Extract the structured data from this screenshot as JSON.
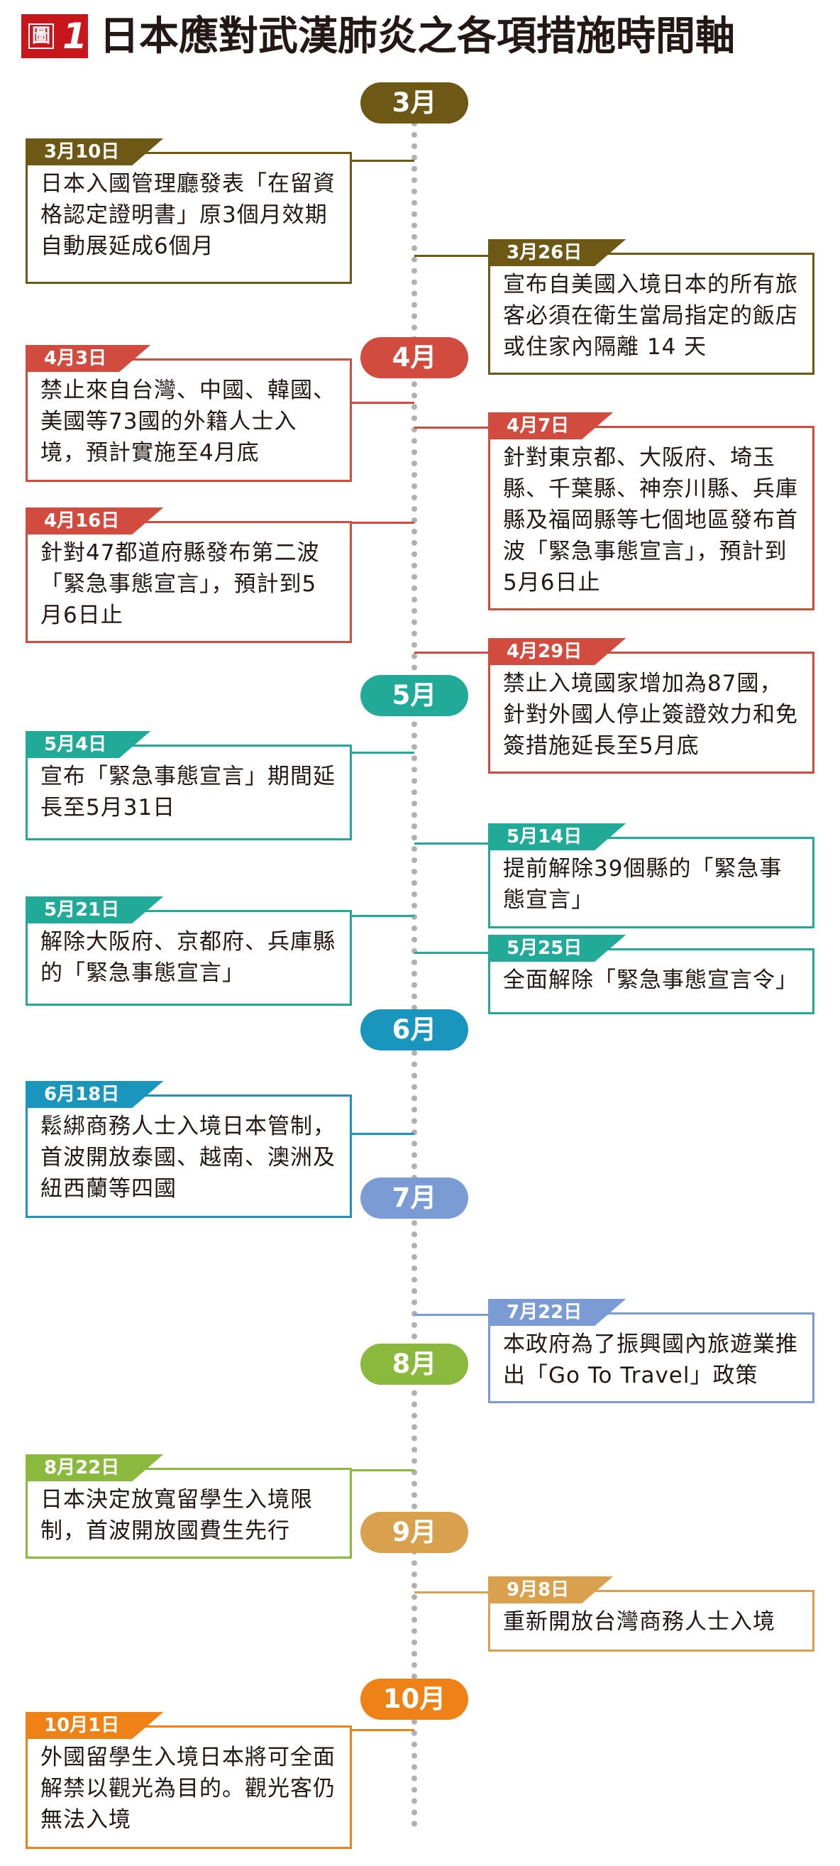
{
  "header": {
    "fig_label": "圖",
    "fig_number": "1",
    "title": "日本應對武漢肺炎之各項措施時間軸"
  },
  "months": [
    {
      "label": "3月",
      "color": "#6e5816"
    },
    {
      "label": "4月",
      "color": "#d24b3f"
    },
    {
      "label": "5月",
      "color": "#22aa98"
    },
    {
      "label": "6月",
      "color": "#1a96bd"
    },
    {
      "label": "7月",
      "color": "#7a9bd3"
    },
    {
      "label": "8月",
      "color": "#8ab93e"
    },
    {
      "label": "9月",
      "color": "#d9a04e"
    },
    {
      "label": "10月",
      "color": "#ee8217"
    }
  ],
  "events": [
    {
      "date": "3月10日",
      "color": "#6e5816",
      "text": "日本入國管理廳發表「在留資格認定證明書」原3個月效期自動展延成6個月"
    },
    {
      "date": "3月26日",
      "color": "#6e5816",
      "text": "宣布自美國入境日本的所有旅客必須在衛生當局指定的飯店或住家內隔離 14 天"
    },
    {
      "date": "4月3日",
      "color": "#d24b3f",
      "text": "禁止來自台灣、中國、韓國、美國等73國的外籍人士入境，預計實施至4月底"
    },
    {
      "date": "4月7日",
      "color": "#d24b3f",
      "text": "針對東京都、大阪府、埼玉縣、千葉縣、神奈川縣、兵庫縣及福岡縣等七個地區發布首波「緊急事態宣言」，預計到5月6日止"
    },
    {
      "date": "4月16日",
      "color": "#d24b3f",
      "text": "針對47都道府縣發布第二波「緊急事態宣言」，預計到5月6日止"
    },
    {
      "date": "4月29日",
      "color": "#d24b3f",
      "text": "禁止入境國家增加為87國，針對外國人停止簽證效力和免簽措施延長至5月底"
    },
    {
      "date": "5月4日",
      "color": "#22aa98",
      "text": "宣布「緊急事態宣言」期間延長至5月31日"
    },
    {
      "date": "5月14日",
      "color": "#22aa98",
      "text": "提前解除39個縣的「緊急事態宣言」"
    },
    {
      "date": "5月21日",
      "color": "#22aa98",
      "text": "解除大阪府、京都府、兵庫縣的「緊急事態宣言」"
    },
    {
      "date": "5月25日",
      "color": "#22aa98",
      "text": "全面解除「緊急事態宣言令」"
    },
    {
      "date": "6月18日",
      "color": "#1a96bd",
      "text": "鬆綁商務人士入境日本管制，首波開放泰國、越南、澳洲及紐西蘭等四國"
    },
    {
      "date": "7月22日",
      "color": "#7a9bd3",
      "text": "本政府為了振興國內旅遊業推出「Go To Travel」政策"
    },
    {
      "date": "8月22日",
      "color": "#8ab93e",
      "text": "日本決定放寬留學生入境限制，首波開放國費生先行"
    },
    {
      "date": "9月8日",
      "color": "#d9a04e",
      "text": "重新開放台灣商務人士入境"
    },
    {
      "date": "10月1日",
      "color": "#ee8217",
      "text": "外國留學生入境日本將可全面解禁以觀光為目的。觀光客仍無法入境"
    }
  ]
}
